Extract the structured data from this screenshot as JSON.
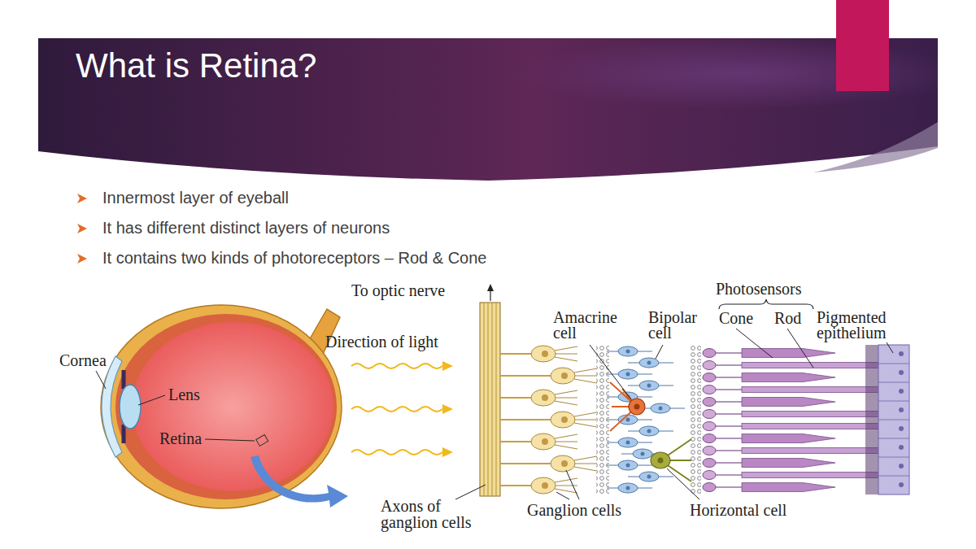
{
  "diagram": {
    "title": "What is Retina?",
    "labels": [
      "Innermost layer of eyeball",
      "It has different distinct layers of neurons",
      "It contains two kinds of photoreceptors – Rod & Cone",
      "To optic nerve",
      "Photosensors",
      "Amacrine cell",
      "Bipolar cell",
      "Cone",
      "Rod",
      "Pigmented epithelium",
      "Direction of light",
      "Cornea",
      "Lens",
      "Retina",
      "Axons of ganglion cells",
      "Ganglion cells",
      "Horizontal cell"
    ]
  }
}
